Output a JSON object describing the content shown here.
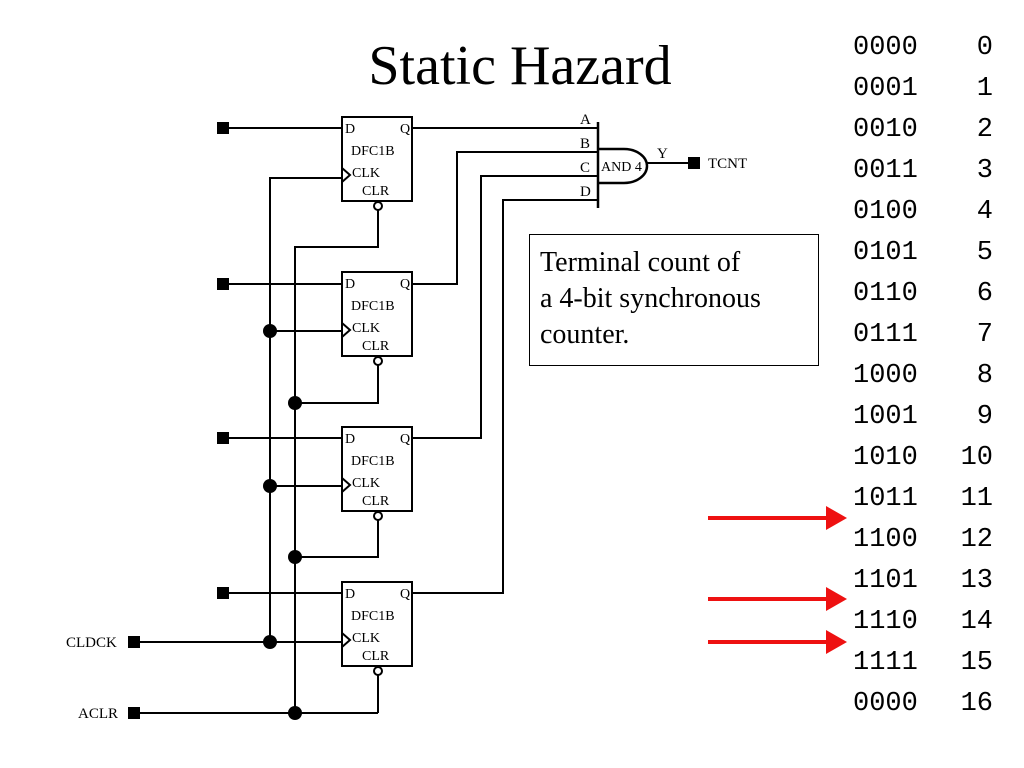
{
  "title": "Static Hazard",
  "colors": {
    "arrow": "#ee1111",
    "line": "#000000"
  },
  "flip_flops": [
    {
      "type": "DFC1B",
      "pin_d": "D",
      "pin_q": "Q",
      "pin_clk": "CLK",
      "pin_clr": "CLR"
    },
    {
      "type": "DFC1B",
      "pin_d": "D",
      "pin_q": "Q",
      "pin_clk": "CLK",
      "pin_clr": "CLR"
    },
    {
      "type": "DFC1B",
      "pin_d": "D",
      "pin_q": "Q",
      "pin_clk": "CLK",
      "pin_clr": "CLR"
    },
    {
      "type": "DFC1B",
      "pin_d": "D",
      "pin_q": "Q",
      "pin_clk": "CLK",
      "pin_clr": "CLR"
    }
  ],
  "and_gate": {
    "label": "AND 4",
    "inputs": [
      "A",
      "B",
      "C",
      "D"
    ],
    "output": "Y"
  },
  "ports": {
    "output": "TCNT",
    "clock": "CLDCK",
    "clear": "ACLR"
  },
  "note": {
    "lines": [
      "Terminal count of",
      "a 4-bit synchronous",
      "counter."
    ]
  },
  "count_table": [
    {
      "binary": "0000",
      "decimal": "0"
    },
    {
      "binary": "0001",
      "decimal": "1"
    },
    {
      "binary": "0010",
      "decimal": "2"
    },
    {
      "binary": "0011",
      "decimal": "3"
    },
    {
      "binary": "0100",
      "decimal": "4"
    },
    {
      "binary": "0101",
      "decimal": "5"
    },
    {
      "binary": "0110",
      "decimal": "6"
    },
    {
      "binary": "0111",
      "decimal": "7"
    },
    {
      "binary": "1000",
      "decimal": "8"
    },
    {
      "binary": "1001",
      "decimal": "9"
    },
    {
      "binary": "1010",
      "decimal": "10"
    },
    {
      "binary": "1011",
      "decimal": "11"
    },
    {
      "binary": "1100",
      "decimal": "12"
    },
    {
      "binary": "1101",
      "decimal": "13"
    },
    {
      "binary": "1110",
      "decimal": "14"
    },
    {
      "binary": "1111",
      "decimal": "15"
    },
    {
      "binary": "0000",
      "decimal": "16"
    }
  ],
  "highlighted_counts": [
    "12",
    "14",
    "15"
  ]
}
